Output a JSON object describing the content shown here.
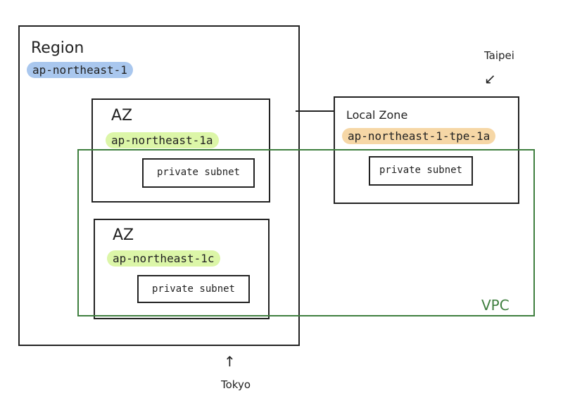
{
  "region": {
    "title": "Region",
    "code": "ap-northeast-1"
  },
  "az1": {
    "title": "AZ",
    "code": "ap-northeast-1a",
    "subnet": "private subnet"
  },
  "az2": {
    "title": "AZ",
    "code": "ap-northeast-1c",
    "subnet": "private subnet"
  },
  "local_zone": {
    "title": "Local Zone",
    "code": "ap-northeast-1-tpe-1a",
    "subnet": "private subnet"
  },
  "vpc": {
    "label": "VPC"
  },
  "locations": {
    "tokyo": "Tokyo",
    "taipei": "Taipei"
  },
  "colors": {
    "region_highlight": "#a9c7ee",
    "az_highlight": "#dcf6a8",
    "local_zone_highlight": "#f6d7a6",
    "vpc": "#3f7f3f"
  }
}
